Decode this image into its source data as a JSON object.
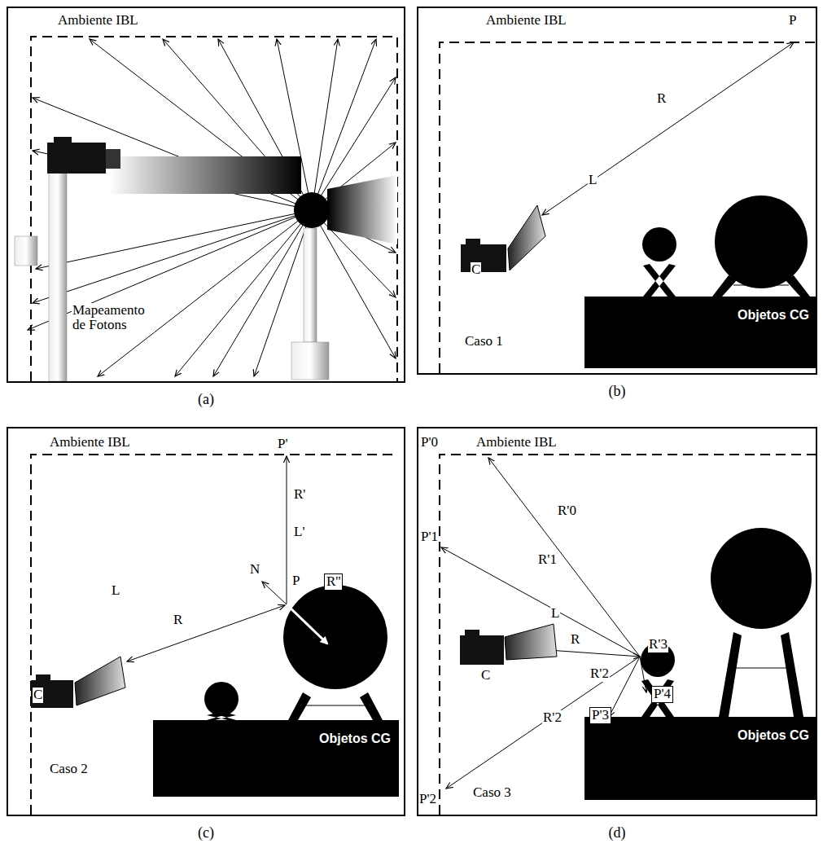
{
  "diagram": {
    "nodes": [
      {
        "text": [
          "(a)"
        ]
      },
      {
        "text": [
          "(b)"
        ]
      },
      {
        "text": [
          "Objetos CG"
        ],
        "in": 1
      },
      {
        "text": [
          "(c)"
        ]
      },
      {
        "text": [
          "Objetos CG"
        ],
        "in": 3
      },
      {
        "text": [
          "(d)"
        ]
      },
      {
        "text": [
          "Objetos CG"
        ],
        "in": 5
      }
    ],
    "labels": [
      "Ambiente IBL",
      "Mapeamento de Fotons",
      "Ambiente IBL",
      "P",
      "R",
      "L",
      "C",
      "Caso 1",
      "Ambiente IBL",
      "P'",
      "R'",
      "L'",
      "N",
      "P",
      "R''",
      "R",
      "L",
      "C",
      "Caso 2",
      "P'0",
      "Ambiente IBL",
      "R'0",
      "P'1",
      "R'1",
      "L",
      "R",
      "C",
      "R'3",
      "R'2",
      "R'2",
      "P'4",
      "P'3",
      "P'2",
      "Caso 3"
    ]
  }
}
